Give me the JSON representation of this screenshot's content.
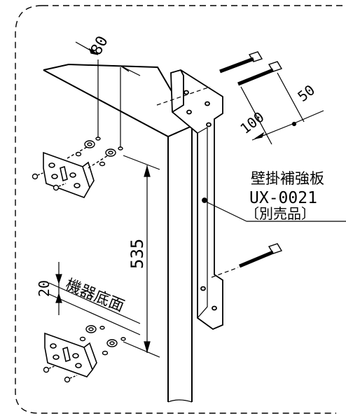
{
  "dimensions": {
    "bolt_pitch": "80",
    "plate_height": "535",
    "offset_bottom": "20",
    "bolt_length": "100",
    "thread_length": "50"
  },
  "labels": {
    "device_bottom": "機器底面",
    "plate_name": "壁掛補強板",
    "plate_model": "UX-0021",
    "plate_note": "〔別売品〕"
  },
  "colors": {
    "line": "#000000",
    "background": "#ffffff"
  }
}
